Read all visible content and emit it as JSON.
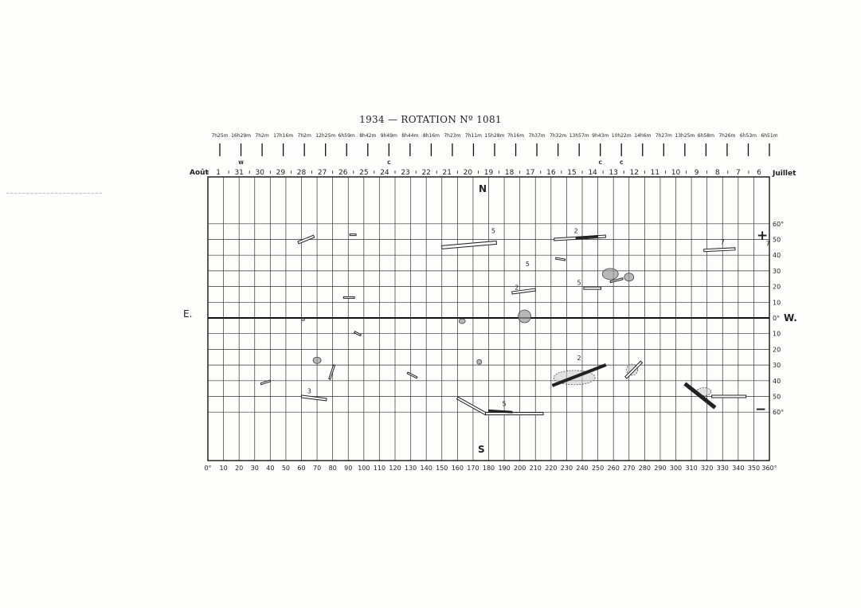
{
  "title": "1934 — ROTATION Nº 1081",
  "labels": {
    "month_left": "Août",
    "month_right": "Juillet",
    "east": "E.",
    "west": "W.",
    "north": "N",
    "south": "S",
    "plus": "+",
    "minus": "−"
  },
  "times": [
    "7h25m",
    "16h29m",
    "7h2m",
    "17h16m",
    "7h2m",
    "12h25m",
    "6h59m",
    "8h42m",
    "9h49m",
    "8h44m",
    "8h16m",
    "7h23m",
    "7h11m",
    "15h28m",
    "7h16m",
    "7h37m",
    "7h32m",
    "13h57m",
    "9h43m",
    "10h22m",
    "14h6m",
    "7h27m",
    "13h25m",
    "6h58m",
    "7h26m",
    "6h53m",
    "6h51m"
  ],
  "time_marks": [
    {
      "label": "W",
      "under": 1
    },
    {
      "label": "C",
      "under": 8
    },
    {
      "label": "C",
      "under": 18
    },
    {
      "label": "C",
      "under": 19
    }
  ],
  "days": [
    "1",
    "31",
    "30",
    "29",
    "28",
    "27",
    "26",
    "25",
    "24",
    "23",
    "22",
    "21",
    "20",
    "19",
    "18",
    "17",
    "16",
    "15",
    "14",
    "13",
    "12",
    "11",
    "10",
    "9",
    "8",
    "7",
    "6"
  ],
  "chart_data": {
    "type": "diagram",
    "x_axis": {
      "min": 0,
      "max": 360,
      "step": 10,
      "tick_labels": [
        "0°",
        "10",
        "20",
        "30",
        "40",
        "50",
        "60",
        "70",
        "80",
        "90",
        "100",
        "110",
        "120",
        "130",
        "140",
        "150",
        "160",
        "170",
        "180",
        "190",
        "200",
        "210",
        "220",
        "230",
        "240",
        "250",
        "260",
        "270",
        "280",
        "290",
        "300",
        "310",
        "320",
        "330",
        "340",
        "350",
        "360°"
      ]
    },
    "lat_labels": [
      {
        "text": "60°",
        "lat": 60
      },
      {
        "text": "50",
        "lat": 50
      },
      {
        "text": "40",
        "lat": 40
      },
      {
        "text": "30",
        "lat": 30
      },
      {
        "text": "20",
        "lat": 20
      },
      {
        "text": "10",
        "lat": 10
      },
      {
        "text": "0°",
        "lat": 0
      },
      {
        "text": "10",
        "lat": -10
      },
      {
        "text": "20",
        "lat": -20
      },
      {
        "text": "30",
        "lat": -30
      },
      {
        "text": "40",
        "lat": -40
      },
      {
        "text": "50",
        "lat": -50
      },
      {
        "text": "60°",
        "lat": -60
      }
    ],
    "spots": [
      {
        "lon": 258,
        "lat": 28,
        "rx": 10,
        "ry": 7,
        "shade": "dark"
      },
      {
        "lon": 270,
        "lat": 26,
        "rx": 6,
        "ry": 5,
        "shade": "dark"
      },
      {
        "lon": 203,
        "lat": 1,
        "rx": 8,
        "ry": 8,
        "shade": "dark"
      },
      {
        "lon": 235,
        "lat": -38,
        "rx": 26,
        "ry": 9,
        "shade": "light"
      },
      {
        "lon": 272,
        "lat": -33,
        "rx": 7,
        "ry": 7,
        "shade": "light"
      },
      {
        "lon": 163,
        "lat": -2,
        "rx": 4,
        "ry": 3,
        "shade": "dark"
      },
      {
        "lon": 174,
        "lat": -28,
        "rx": 3,
        "ry": 3,
        "shade": "dark"
      },
      {
        "lon": 70,
        "lat": -27,
        "rx": 5,
        "ry": 4,
        "shade": "dark"
      },
      {
        "lon": 61,
        "lat": -1,
        "rx": 2,
        "ry": 1.5,
        "shade": "dark"
      },
      {
        "lon": 318,
        "lat": -47,
        "rx": 9,
        "ry": 5,
        "shade": "light"
      }
    ],
    "filaments": [
      {
        "lon1": 150,
        "lat1": 45,
        "lon2": 185,
        "lat2": 48,
        "w": 4,
        "style": "open"
      },
      {
        "lon1": 222,
        "lat1": 50,
        "lon2": 255,
        "lat2": 52,
        "w": 3,
        "style": "open"
      },
      {
        "lon1": 236,
        "lat1": 51,
        "lon2": 250,
        "lat2": 52,
        "w": 2,
        "style": "solid"
      },
      {
        "lon1": 318,
        "lat1": 43,
        "lon2": 338,
        "lat2": 44,
        "w": 3,
        "style": "open"
      },
      {
        "lon1": 58,
        "lat1": 48,
        "lon2": 68,
        "lat2": 52,
        "w": 3,
        "style": "open"
      },
      {
        "lon1": 91,
        "lat1": 53,
        "lon2": 95,
        "lat2": 53,
        "w": 2,
        "style": "open"
      },
      {
        "lon1": 195,
        "lat1": 16,
        "lon2": 210,
        "lat2": 18,
        "w": 3,
        "style": "open"
      },
      {
        "lon1": 241,
        "lat1": 19,
        "lon2": 252,
        "lat2": 19,
        "w": 3,
        "style": "open"
      },
      {
        "lon1": 87,
        "lat1": 13,
        "lon2": 94,
        "lat2": 13,
        "w": 2,
        "style": "open"
      },
      {
        "lon1": 160,
        "lat1": -51,
        "lon2": 178,
        "lat2": -61,
        "w": 3,
        "style": "open"
      },
      {
        "lon1": 178,
        "lat1": -61,
        "lon2": 215,
        "lat2": -61,
        "w": 3,
        "style": "open"
      },
      {
        "lon1": 180,
        "lat1": -59,
        "lon2": 195,
        "lat2": -60,
        "w": 2,
        "style": "solid"
      },
      {
        "lon1": 60,
        "lat1": -50,
        "lon2": 76,
        "lat2": -52,
        "w": 3,
        "style": "open"
      },
      {
        "lon1": 34,
        "lat1": -42,
        "lon2": 40,
        "lat2": -40,
        "w": 2,
        "style": "open"
      },
      {
        "lon1": 221,
        "lat1": -43,
        "lon2": 255,
        "lat2": -30,
        "w": 3,
        "style": "solid"
      },
      {
        "lon1": 268,
        "lat1": -38,
        "lon2": 278,
        "lat2": -28,
        "w": 3,
        "style": "open"
      },
      {
        "lon1": 306,
        "lat1": -42,
        "lon2": 325,
        "lat2": -57,
        "w": 4,
        "style": "solid"
      },
      {
        "lon1": 323,
        "lat1": -50,
        "lon2": 345,
        "lat2": -50,
        "w": 3,
        "style": "open"
      },
      {
        "lon1": 223,
        "lat1": 38,
        "lon2": 229,
        "lat2": 37,
        "w": 2,
        "style": "open"
      },
      {
        "lon1": 258,
        "lat1": 23,
        "lon2": 266,
        "lat2": 25,
        "w": 2,
        "style": "open"
      },
      {
        "lon1": 94,
        "lat1": -9,
        "lon2": 98,
        "lat2": -11,
        "w": 2,
        "style": "open"
      },
      {
        "lon1": 128,
        "lat1": -35,
        "lon2": 134,
        "lat2": -38,
        "w": 2,
        "style": "open"
      },
      {
        "lon1": 78,
        "lat1": -39,
        "lon2": 81,
        "lat2": -30,
        "w": 2,
        "style": "open"
      }
    ],
    "numbers": [
      {
        "text": "5",
        "lon": 183,
        "lat": 54
      },
      {
        "text": "2",
        "lon": 236,
        "lat": 54
      },
      {
        "text": "7",
        "lon": 330,
        "lat": 47
      },
      {
        "text": "7",
        "lon": 359,
        "lat": 46
      },
      {
        "text": "5",
        "lon": 205,
        "lat": 33
      },
      {
        "text": "5",
        "lon": 238,
        "lat": 21
      },
      {
        "text": "2",
        "lon": 198,
        "lat": 18
      },
      {
        "text": "2",
        "lon": 238,
        "lat": -27
      },
      {
        "text": "3",
        "lon": 65,
        "lat": -48
      },
      {
        "text": "5",
        "lon": 190,
        "lat": -56
      }
    ]
  }
}
